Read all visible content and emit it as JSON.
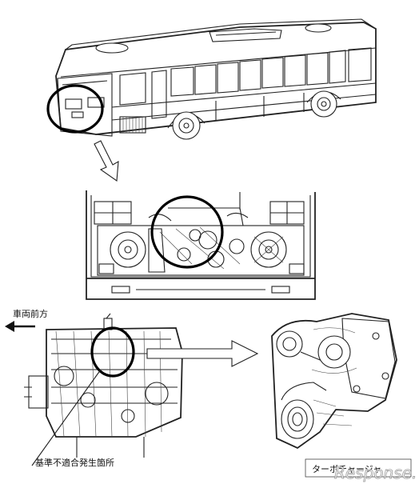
{
  "labels": {
    "vehicle_front": "車両前方",
    "nonconformity_location": "基準不適合発生箇所",
    "part_name": "ターボチャージャ"
  },
  "watermark": "Response."
}
